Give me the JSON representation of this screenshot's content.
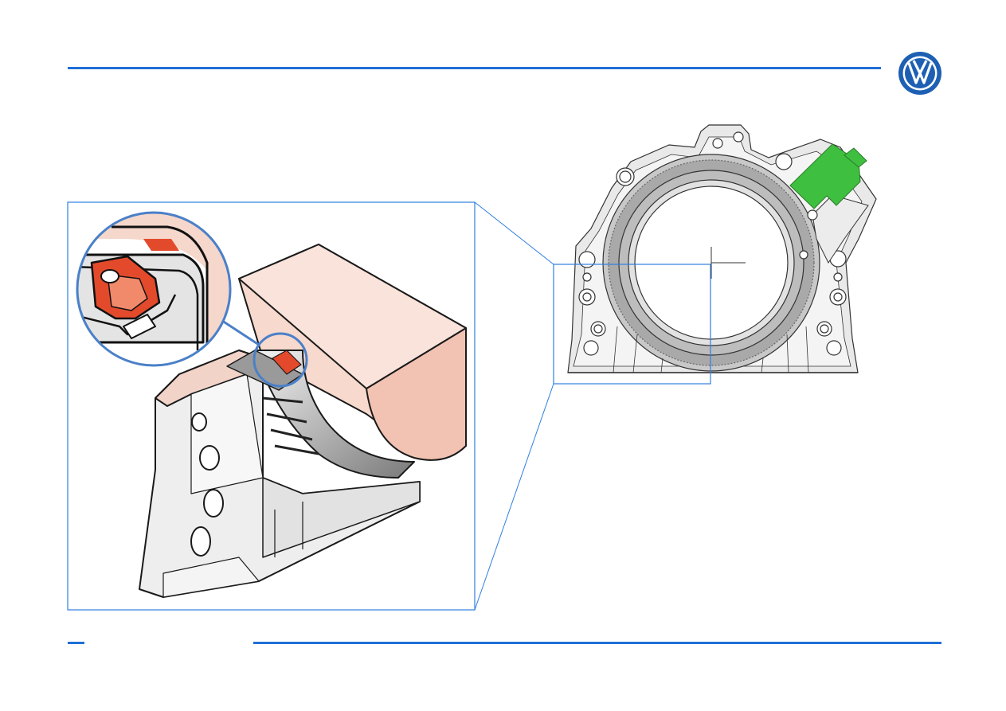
{
  "slide": {
    "brand": "vw-logo",
    "colors": {
      "rule_blue": "#1f6fd6",
      "callout_blue": "#2f7fe0",
      "lens_ring": "#4a80c8",
      "logo_blue": "#1d5fb3",
      "sensor_green": "#3fbf3f",
      "salmon_face": "#f2c2b2",
      "red_detail": "#e34a2c",
      "part_grey": "#e6e6e6"
    }
  },
  "figures": {
    "overview": "sealing-flange-with-sender-wheel",
    "detail": "magnified-view-mounting-detail"
  }
}
